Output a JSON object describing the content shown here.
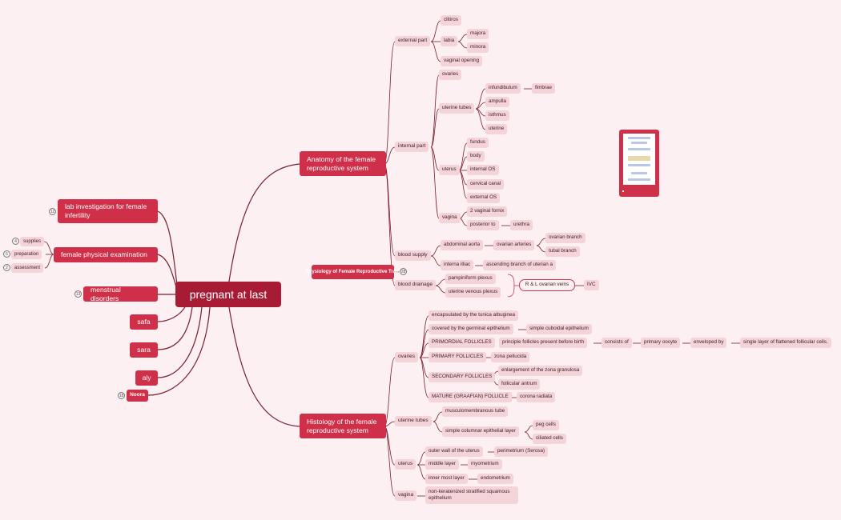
{
  "root": {
    "label": "pregnant at last"
  },
  "floating": {
    "physiology": "Physiology of Female Reproductive Tract",
    "physiology_count": "28"
  },
  "left": {
    "lab": {
      "label": "lab investigation for female infertility",
      "count": "12"
    },
    "exam": {
      "label": "female physical examination",
      "children": [
        {
          "label": "supplies",
          "count": "4"
        },
        {
          "label": "preparation",
          "count": "6"
        },
        {
          "label": "assessment",
          "count": "2"
        }
      ]
    },
    "menstrual": {
      "label": "menstrual disorders",
      "count": "13"
    },
    "safa": {
      "label": "safa"
    },
    "sara": {
      "label": "sara"
    },
    "aly": {
      "label": "aly"
    },
    "noora": {
      "label": "Noora",
      "count": "18"
    }
  },
  "anatomy": {
    "label": "Anatomy of the female reproductive system",
    "external": {
      "label": "external part",
      "clitoris": "clitiros",
      "labia": "labia",
      "majora": "majora",
      "minora": "minora",
      "vaginal_opening": "vaginal opening"
    },
    "internal": {
      "label": "internal part",
      "ovaries": "ovaries",
      "tubes": {
        "label": "uterine tubes",
        "infundibulum": "infundibulum",
        "fimbrae": "fimbrae",
        "ampulla": "ampulla",
        "isthmus": "isthmus",
        "uterine": "uterine"
      },
      "uterus": {
        "label": "uterus",
        "fundus": "fundus",
        "body": "body",
        "internal_os": "internal OS",
        "cervical_canal": "cervical canal",
        "external_os": "external OS"
      },
      "vagina": {
        "label": "vagina",
        "fornix": "2 vaginal fornix",
        "posterior": "posterior to",
        "urethra": "urethra"
      }
    },
    "blood_supply": {
      "label": "blood supply",
      "aorta": "abdominal aorta",
      "ovarian_arteries": "ovarian arteries",
      "ovarian_branch": "ovarian branch",
      "tubal_branch": "tubal branch",
      "iliac": "interna illiac",
      "uterian": "ascending branch of uterian a"
    },
    "drainage": {
      "label": "blood drainage",
      "pampiniform": "pampiniform plexus",
      "venous": "uterine venous plexus",
      "summary": "R & L ovarian veins",
      "ivc": "IVC"
    }
  },
  "histology": {
    "label": "Histology of the female reproductive system",
    "ovaries": {
      "label": "ovaries",
      "tunica": "encapsulated by the tunica albuginea",
      "germinal": "covered by the germinal epithelium",
      "cuboidal": "simple cuboidal epithelium",
      "primordial": "PRIMORDIAL FOLLICLES",
      "principle": "principle follicles present before birth",
      "consists": "consists of",
      "oocyte": "primary oocyte",
      "enveloped": "enveloped by",
      "single_layer": "single layer of flattened follicular cells.",
      "primary": "PRIMARY FOLLICLES",
      "zona": "zona pellucida",
      "secondary": "SECONDARY FOLLICLES",
      "granulosa": "enlargement of the zona granulosa",
      "antrum": "follicular antrum",
      "mature": "MATURE (GRAAFIAN) FOLLICLE",
      "radiata": "corona radiata"
    },
    "tubes": {
      "label": "uterine tubes",
      "musculo": "musculomembranous tube",
      "columnar": "simple columnar epithelial layer",
      "peg": "peg cells",
      "ciliated": "ciliated cells"
    },
    "uterus": {
      "label": "uterus",
      "outer": "outer wall of the uterus",
      "perimetrium": "perimetrium (Serosa)",
      "middle": "middle layer",
      "myometrium": "myometrium",
      "inner": "inner most layer",
      "endometrium": "endometrium"
    },
    "vagina": {
      "label": "vagina",
      "epithelium": "non-keratenized stratified squamous epithelium"
    }
  },
  "colors": {
    "branch": "#7a1e30",
    "topic": "#cf2f48",
    "root": "#a81b35",
    "leaf": "#f4d3d9",
    "background": "#fcf0f2"
  },
  "icons": {
    "thumbnail": "image-thumbnail-icon"
  }
}
